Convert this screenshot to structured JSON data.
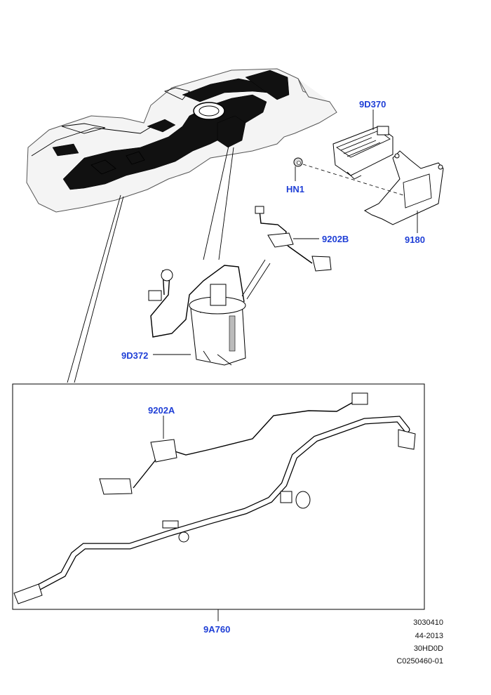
{
  "callouts": {
    "c_9D370": "9D370",
    "c_HN1": "HN1",
    "c_9180": "9180",
    "c_9202B": "9202B",
    "c_9D372": "9D372",
    "c_9202A": "9202A",
    "c_9A760": "9A760"
  },
  "reference": {
    "line1": "3030410",
    "line2": "44-2013",
    "line3": "30HD0D",
    "line4": "C0250460-01"
  },
  "colors": {
    "callout": "#1f3fd6"
  }
}
